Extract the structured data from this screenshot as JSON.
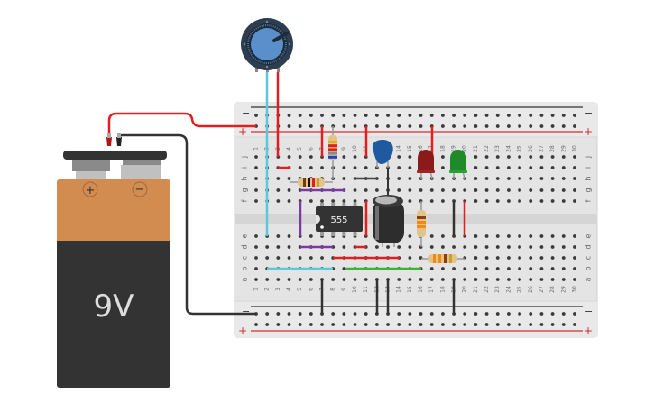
{
  "canvas": {
    "title": "555 timer LED flasher circuit on breadboard"
  },
  "battery": {
    "label": "9V",
    "plus_symbol": "+",
    "minus_symbol": "−",
    "body_color": "#333333",
    "top_color": "#d28c50"
  },
  "breadboard": {
    "columns": 30,
    "rows_top": [
      "j",
      "i",
      "h",
      "g",
      "f"
    ],
    "rows_bottom": [
      "e",
      "d",
      "c",
      "b",
      "a"
    ],
    "rail_minus_symbol": "−",
    "rail_plus_symbol": "+",
    "column_labels": [
      "1",
      "2",
      "3",
      "4",
      "5",
      "6",
      "7",
      "8",
      "9",
      "10",
      "11",
      "12",
      "13",
      "14",
      "15",
      "16",
      "17",
      "18",
      "19",
      "20",
      "21",
      "22",
      "23",
      "24",
      "25",
      "26",
      "27",
      "28",
      "29",
      "30"
    ]
  },
  "ic": {
    "label": "555",
    "pins": 8
  },
  "potentiometer": {
    "name": "potentiometer",
    "color": "#5b8fcc"
  },
  "components": {
    "ceramic_capacitor": {
      "color": "#1f5aa0"
    },
    "electrolytic_capacitor": {
      "color": "#2d2d2d"
    },
    "led_red": {
      "color": "#8b1a1a"
    },
    "led_green": {
      "color": "#1f8a2a"
    },
    "resistors": [
      {
        "id": "r1",
        "bands": [
          "#e8b020",
          "#e02020",
          "#e02020",
          "#8a8a8a",
          "#1e40d0"
        ],
        "orientation": "vertical"
      },
      {
        "id": "r2",
        "bands": [
          "#7a3a10",
          "#111111",
          "#e02020",
          "#c8a030"
        ],
        "orientation": "horizontal"
      },
      {
        "id": "r3",
        "bands": [
          "#8a4010",
          "#f08a10",
          "#f08a10"
        ],
        "orientation": "vertical"
      },
      {
        "id": "r4",
        "bands": [
          "#f08a10",
          "#f08a10",
          "#8a4010",
          "#c8a030"
        ],
        "orientation": "horizontal"
      }
    ]
  },
  "wire_colors": {
    "red": "#e02020",
    "black": "#333333",
    "purple": "#7a3aa0",
    "cyan": "#5bc8dc",
    "green": "#3cb43c",
    "gray": "#555555"
  }
}
